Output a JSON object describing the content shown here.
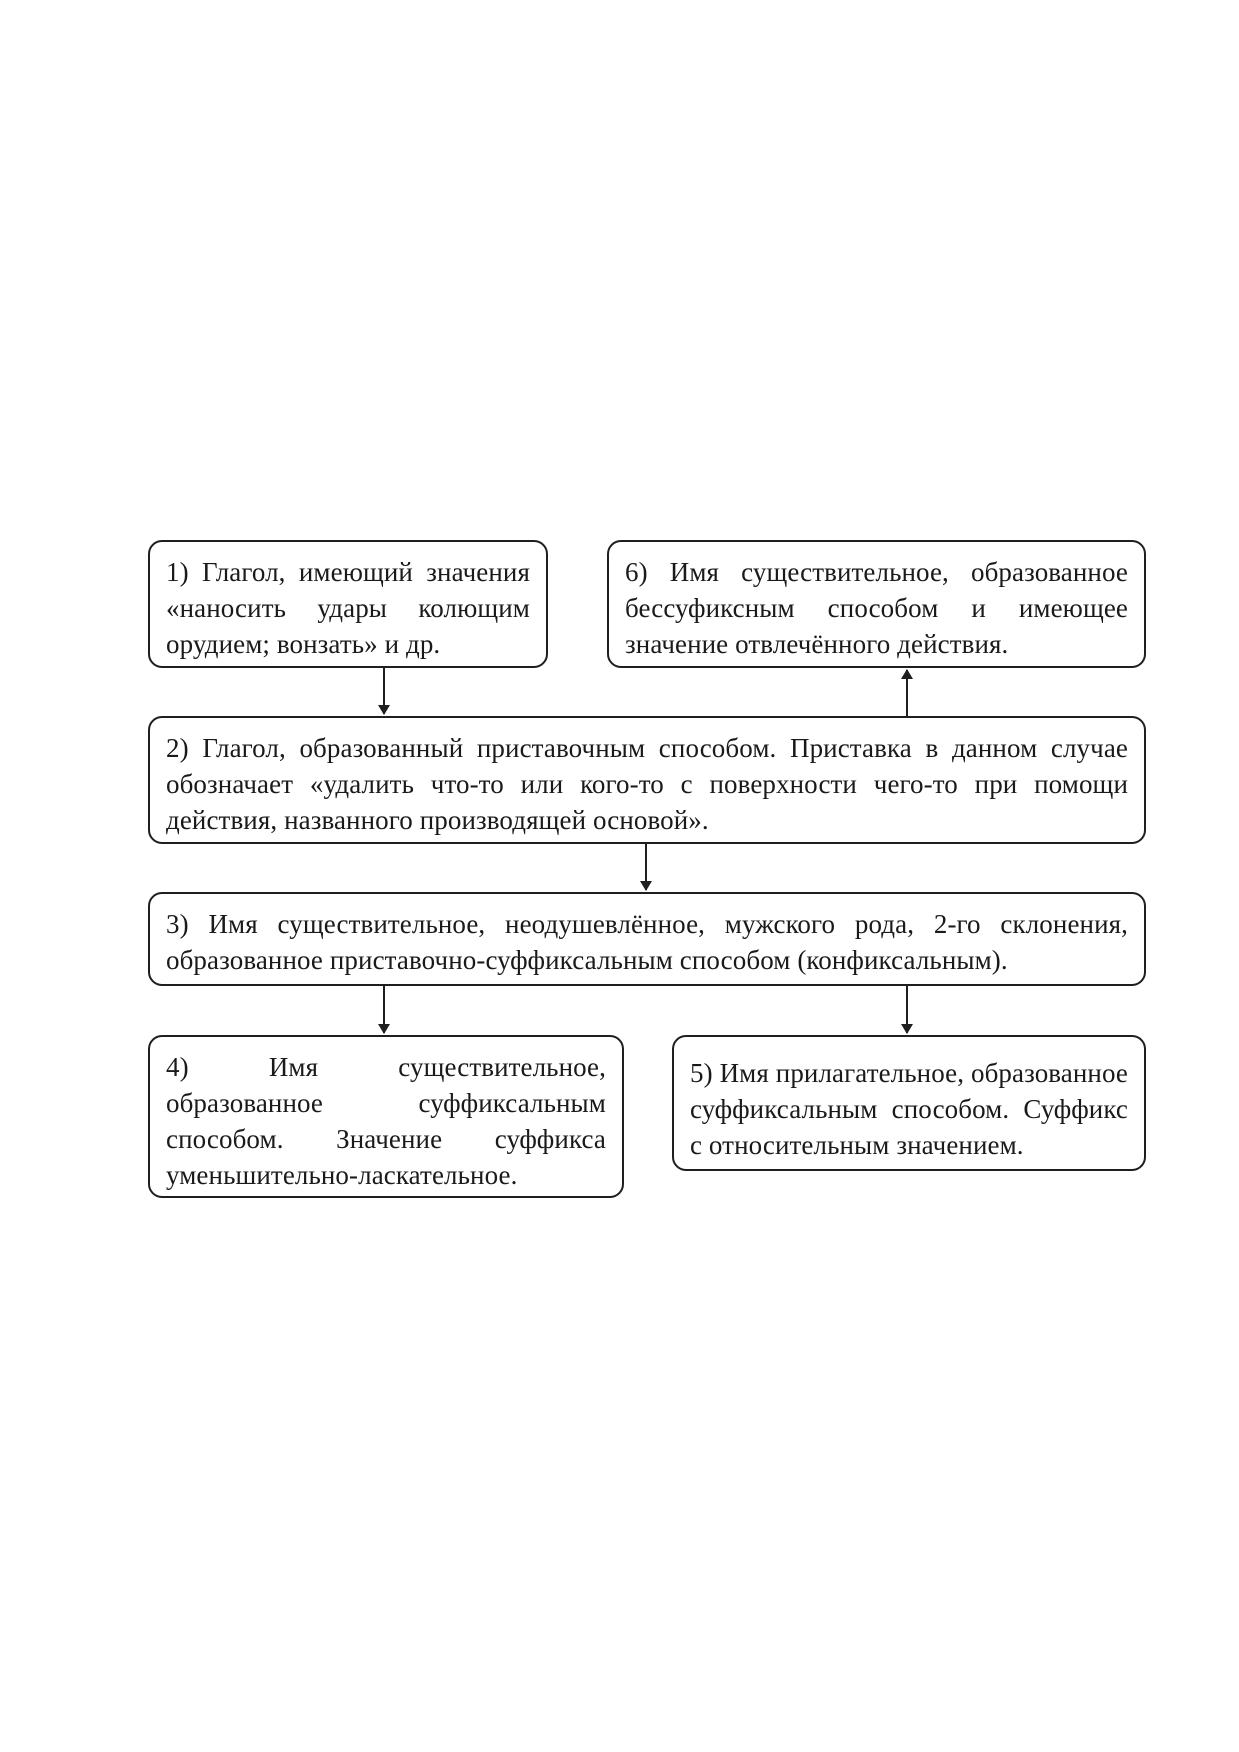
{
  "diagram": {
    "nodes": [
      {
        "id": "box1",
        "text": "1) Глагол, имеющий значения «наносить удары колющим орудием; вонзать» и др."
      },
      {
        "id": "box6",
        "text": "6) Имя существительное, образованное бессуфиксным способом и имеющее значение отвлечённого действия."
      },
      {
        "id": "box2",
        "text": "2) Глагол, образованный приставочным способом. Приставка в данном случае обозначает «удалить что-то или кого-то с поверхности чего-то при помощи действия, названного производящей основой»."
      },
      {
        "id": "box3",
        "text": "3) Имя существительное, неодушевлённое, мужского рода, 2-го склонения, образованное приставочно-суффиксальным способом (конфиксальным)."
      },
      {
        "id": "box4",
        "text": "4) Имя существительное, образованное суффиксальным способом. Значение суффикса уменьшительно-ласкательное."
      },
      {
        "id": "box5",
        "text": "5) Имя прилагательное, образованное суффиксальным способом. Суффикс с относительным значением."
      }
    ],
    "edges": [
      {
        "from": "box1",
        "to": "box2"
      },
      {
        "from": "box2",
        "to": "box6"
      },
      {
        "from": "box2",
        "to": "box3"
      },
      {
        "from": "box3",
        "to": "box4"
      },
      {
        "from": "box3",
        "to": "box5"
      }
    ]
  }
}
